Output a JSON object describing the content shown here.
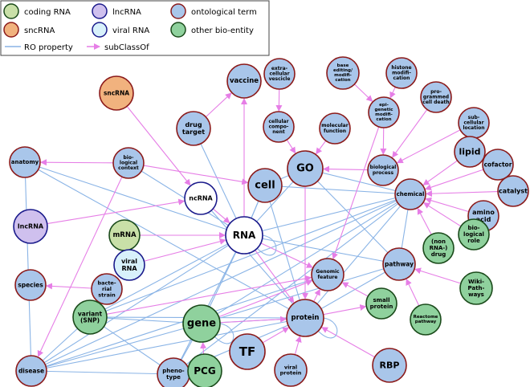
{
  "colors": {
    "coding": "#c9e0a8",
    "lnc": "#cfc0ee",
    "sncrna": "#f1b27e",
    "viral": "#d8f1fb",
    "ontology": "#a9c6ea",
    "other": "#8fd19d",
    "ro_edge": "#8ab4e6",
    "subclass_edge": "#e67ee6",
    "ontology_stroke": "#8b1a1a",
    "rna_stroke": "#1a1a8b",
    "green_stroke": "#1a4a1a"
  },
  "legend": {
    "coding_rna": "coding RNA",
    "lncrna": "lncRNA",
    "ontological_term": "ontological term",
    "sncrna": "sncRNA",
    "viral_rna": "viral RNA",
    "other_bio_entity": "other bio-entity",
    "ro_property": "RO property",
    "subclassof": "subClassOf"
  },
  "nodes": [
    {
      "id": "vaccine",
      "label": [
        "vaccine"
      ],
      "kind": "ontology"
    },
    {
      "id": "sncrna",
      "label": [
        "sncRNA"
      ],
      "kind": "sncrna"
    },
    {
      "id": "extracellular",
      "label": [
        "extra-",
        "cellular",
        "vescicle"
      ],
      "kind": "ontology"
    },
    {
      "id": "base_editing",
      "label": [
        "base",
        "editing/",
        "modifi-",
        "cation"
      ],
      "kind": "ontology"
    },
    {
      "id": "histone",
      "label": [
        "histone",
        "modifi-",
        "cation"
      ],
      "kind": "ontology"
    },
    {
      "id": "programmed",
      "label": [
        "pro-",
        "grammed",
        "cell death"
      ],
      "kind": "ontology"
    },
    {
      "id": "epigenetic",
      "label": [
        "epi-",
        "genetic",
        "modifi-",
        "cation"
      ],
      "kind": "ontology"
    },
    {
      "id": "drug_target",
      "label": [
        "drug",
        "target"
      ],
      "kind": "ontology"
    },
    {
      "id": "cellular_component",
      "label": [
        "cellular",
        "compo-",
        "nent"
      ],
      "kind": "ontology"
    },
    {
      "id": "molecular_function",
      "label": [
        "molecular",
        "function"
      ],
      "kind": "ontology"
    },
    {
      "id": "subcellular",
      "label": [
        "sub-",
        "cellular",
        "location"
      ],
      "kind": "ontology"
    },
    {
      "id": "anatomy",
      "label": [
        "anatomy"
      ],
      "kind": "ontology"
    },
    {
      "id": "bio_context",
      "label": [
        "bio-",
        "logical",
        "context"
      ],
      "kind": "ontology"
    },
    {
      "id": "go",
      "label": [
        "GO"
      ],
      "kind": "ontology"
    },
    {
      "id": "bio_process",
      "label": [
        "biological",
        "process"
      ],
      "kind": "ontology"
    },
    {
      "id": "lipid",
      "label": [
        "lipid"
      ],
      "kind": "ontology"
    },
    {
      "id": "cofactor",
      "label": [
        "cofactor"
      ],
      "kind": "ontology"
    },
    {
      "id": "cell",
      "label": [
        "cell"
      ],
      "kind": "ontology"
    },
    {
      "id": "ncrna",
      "label": [
        "ncRNA"
      ],
      "kind": "rna"
    },
    {
      "id": "chemical",
      "label": [
        "chemical"
      ],
      "kind": "ontology"
    },
    {
      "id": "catalyst",
      "label": [
        "catalyst"
      ],
      "kind": "ontology"
    },
    {
      "id": "amino_acid",
      "label": [
        "amino",
        "acid"
      ],
      "kind": "ontology"
    },
    {
      "id": "lncrna",
      "label": [
        "lncRNA"
      ],
      "kind": "lnc"
    },
    {
      "id": "mrna",
      "label": [
        "mRNA"
      ],
      "kind": "coding"
    },
    {
      "id": "rna",
      "label": [
        "RNA"
      ],
      "kind": "rna"
    },
    {
      "id": "biological_role",
      "label": [
        "bio-",
        "logical",
        "role"
      ],
      "kind": "other"
    },
    {
      "id": "non_rna_drug",
      "label": [
        "(non",
        "RNA-)",
        "drug"
      ],
      "kind": "other"
    },
    {
      "id": "viral_rna",
      "label": [
        "viral",
        "RNA"
      ],
      "kind": "viral"
    },
    {
      "id": "genomic_feature",
      "label": [
        "Genomic",
        "feature"
      ],
      "kind": "ontology"
    },
    {
      "id": "pathway",
      "label": [
        "pathway"
      ],
      "kind": "ontology"
    },
    {
      "id": "wikipathways",
      "label": [
        "Wiki-",
        "Path-",
        "ways"
      ],
      "kind": "other"
    },
    {
      "id": "species",
      "label": [
        "species"
      ],
      "kind": "ontology"
    },
    {
      "id": "bacterial_strain",
      "label": [
        "bacte-",
        "rial",
        "strain"
      ],
      "kind": "ontology"
    },
    {
      "id": "small_protein",
      "label": [
        "small",
        "protein"
      ],
      "kind": "other"
    },
    {
      "id": "variant",
      "label": [
        "variant",
        "(SNP)"
      ],
      "kind": "other"
    },
    {
      "id": "gene",
      "label": [
        "gene"
      ],
      "kind": "other"
    },
    {
      "id": "protein",
      "label": [
        "protein"
      ],
      "kind": "ontology"
    },
    {
      "id": "reactome",
      "label": [
        "Reactome",
        "pathway"
      ],
      "kind": "other"
    },
    {
      "id": "tf",
      "label": [
        "TF"
      ],
      "kind": "ontology"
    },
    {
      "id": "disease",
      "label": [
        "disease"
      ],
      "kind": "ontology"
    },
    {
      "id": "phenotype",
      "label": [
        "pheno-",
        "type"
      ],
      "kind": "ontology"
    },
    {
      "id": "pcg",
      "label": [
        "PCG"
      ],
      "kind": "other"
    },
    {
      "id": "viral_protein",
      "label": [
        "viral",
        "protein"
      ],
      "kind": "ontology"
    },
    {
      "id": "rbp",
      "label": [
        "RBP"
      ],
      "kind": "ontology"
    }
  ],
  "edges_subclass": [
    [
      "drug_target",
      "vaccine"
    ],
    [
      "rna",
      "vaccine"
    ],
    [
      "extracellular",
      "cellular_component"
    ],
    [
      "cellular_component",
      "go"
    ],
    [
      "molecular_function",
      "go"
    ],
    [
      "bio_process",
      "go"
    ],
    [
      "base_editing",
      "epigenetic"
    ],
    [
      "histone",
      "epigenetic"
    ],
    [
      "epigenetic",
      "bio_process"
    ],
    [
      "programmed",
      "bio_process"
    ],
    [
      "subcellular",
      "bio_process"
    ],
    [
      "epigenetic",
      "genomic_feature"
    ],
    [
      "bio_context",
      "anatomy"
    ],
    [
      "bio_context",
      "cell"
    ],
    [
      "lipid",
      "chemical"
    ],
    [
      "cofactor",
      "chemical"
    ],
    [
      "catalyst",
      "chemical"
    ],
    [
      "amino_acid",
      "chemical"
    ],
    [
      "biological_role",
      "chemical"
    ],
    [
      "non_rna_drug",
      "chemical"
    ],
    [
      "ncrna",
      "rna"
    ],
    [
      "lncrna",
      "ncrna"
    ],
    [
      "mrna",
      "rna"
    ],
    [
      "viral_rna",
      "rna"
    ],
    [
      "sncrna",
      "ncrna"
    ],
    [
      "bacterial_strain",
      "species"
    ],
    [
      "wikipathways",
      "pathway"
    ],
    [
      "reactome",
      "pathway"
    ],
    [
      "small_protein",
      "genomic_feature"
    ],
    [
      "variant",
      "genomic_feature"
    ],
    [
      "gene",
      "genomic_feature"
    ],
    [
      "protein",
      "genomic_feature"
    ],
    [
      "go",
      "protein"
    ],
    [
      "pcg",
      "gene"
    ],
    [
      "tf",
      "protein"
    ],
    [
      "viral_protein",
      "protein"
    ],
    [
      "rbp",
      "protein"
    ],
    [
      "bio_context",
      "disease"
    ],
    [
      "rna",
      "genomic_feature"
    ],
    [
      "rna",
      "protein"
    ],
    [
      "gene",
      "protein"
    ],
    [
      "protein",
      "small_protein"
    ]
  ],
  "edges_ro": [
    [
      "drug_target",
      "rna"
    ],
    [
      "anatomy",
      "rna"
    ],
    [
      "anatomy",
      "disease"
    ],
    [
      "anatomy",
      "protein"
    ],
    [
      "bio_context",
      "rna"
    ],
    [
      "cell",
      "rna"
    ],
    [
      "go",
      "rna"
    ],
    [
      "go",
      "chemical"
    ],
    [
      "go",
      "pathway"
    ],
    [
      "rna",
      "chemical"
    ],
    [
      "rna",
      "pathway"
    ],
    [
      "rna",
      "gene"
    ],
    [
      "rna",
      "variant"
    ],
    [
      "rna",
      "disease"
    ],
    [
      "rna",
      "phenotype"
    ],
    [
      "rna",
      "cell"
    ],
    [
      "chemical",
      "gene"
    ],
    [
      "chemical",
      "protein"
    ],
    [
      "chemical",
      "disease"
    ],
    [
      "chemical",
      "variant"
    ],
    [
      "chemical",
      "pathway"
    ],
    [
      "chemical",
      "cell"
    ],
    [
      "pathway",
      "gene"
    ],
    [
      "pathway",
      "protein"
    ],
    [
      "genomic_feature",
      "disease"
    ],
    [
      "variant",
      "disease"
    ],
    [
      "variant",
      "gene"
    ],
    [
      "variant",
      "protein"
    ],
    [
      "variant",
      "phenotype"
    ],
    [
      "gene",
      "disease"
    ],
    [
      "gene",
      "phenotype"
    ],
    [
      "protein",
      "disease"
    ],
    [
      "protein",
      "phenotype"
    ],
    [
      "phenotype",
      "disease"
    ],
    [
      "cell",
      "protein"
    ],
    [
      "cell",
      "go"
    ],
    [
      "gene",
      "protein"
    ],
    [
      "chemical",
      "phenotype"
    ],
    [
      "ncrna",
      "protein"
    ]
  ],
  "self_loops": [
    "rna",
    "gene",
    "protein"
  ]
}
